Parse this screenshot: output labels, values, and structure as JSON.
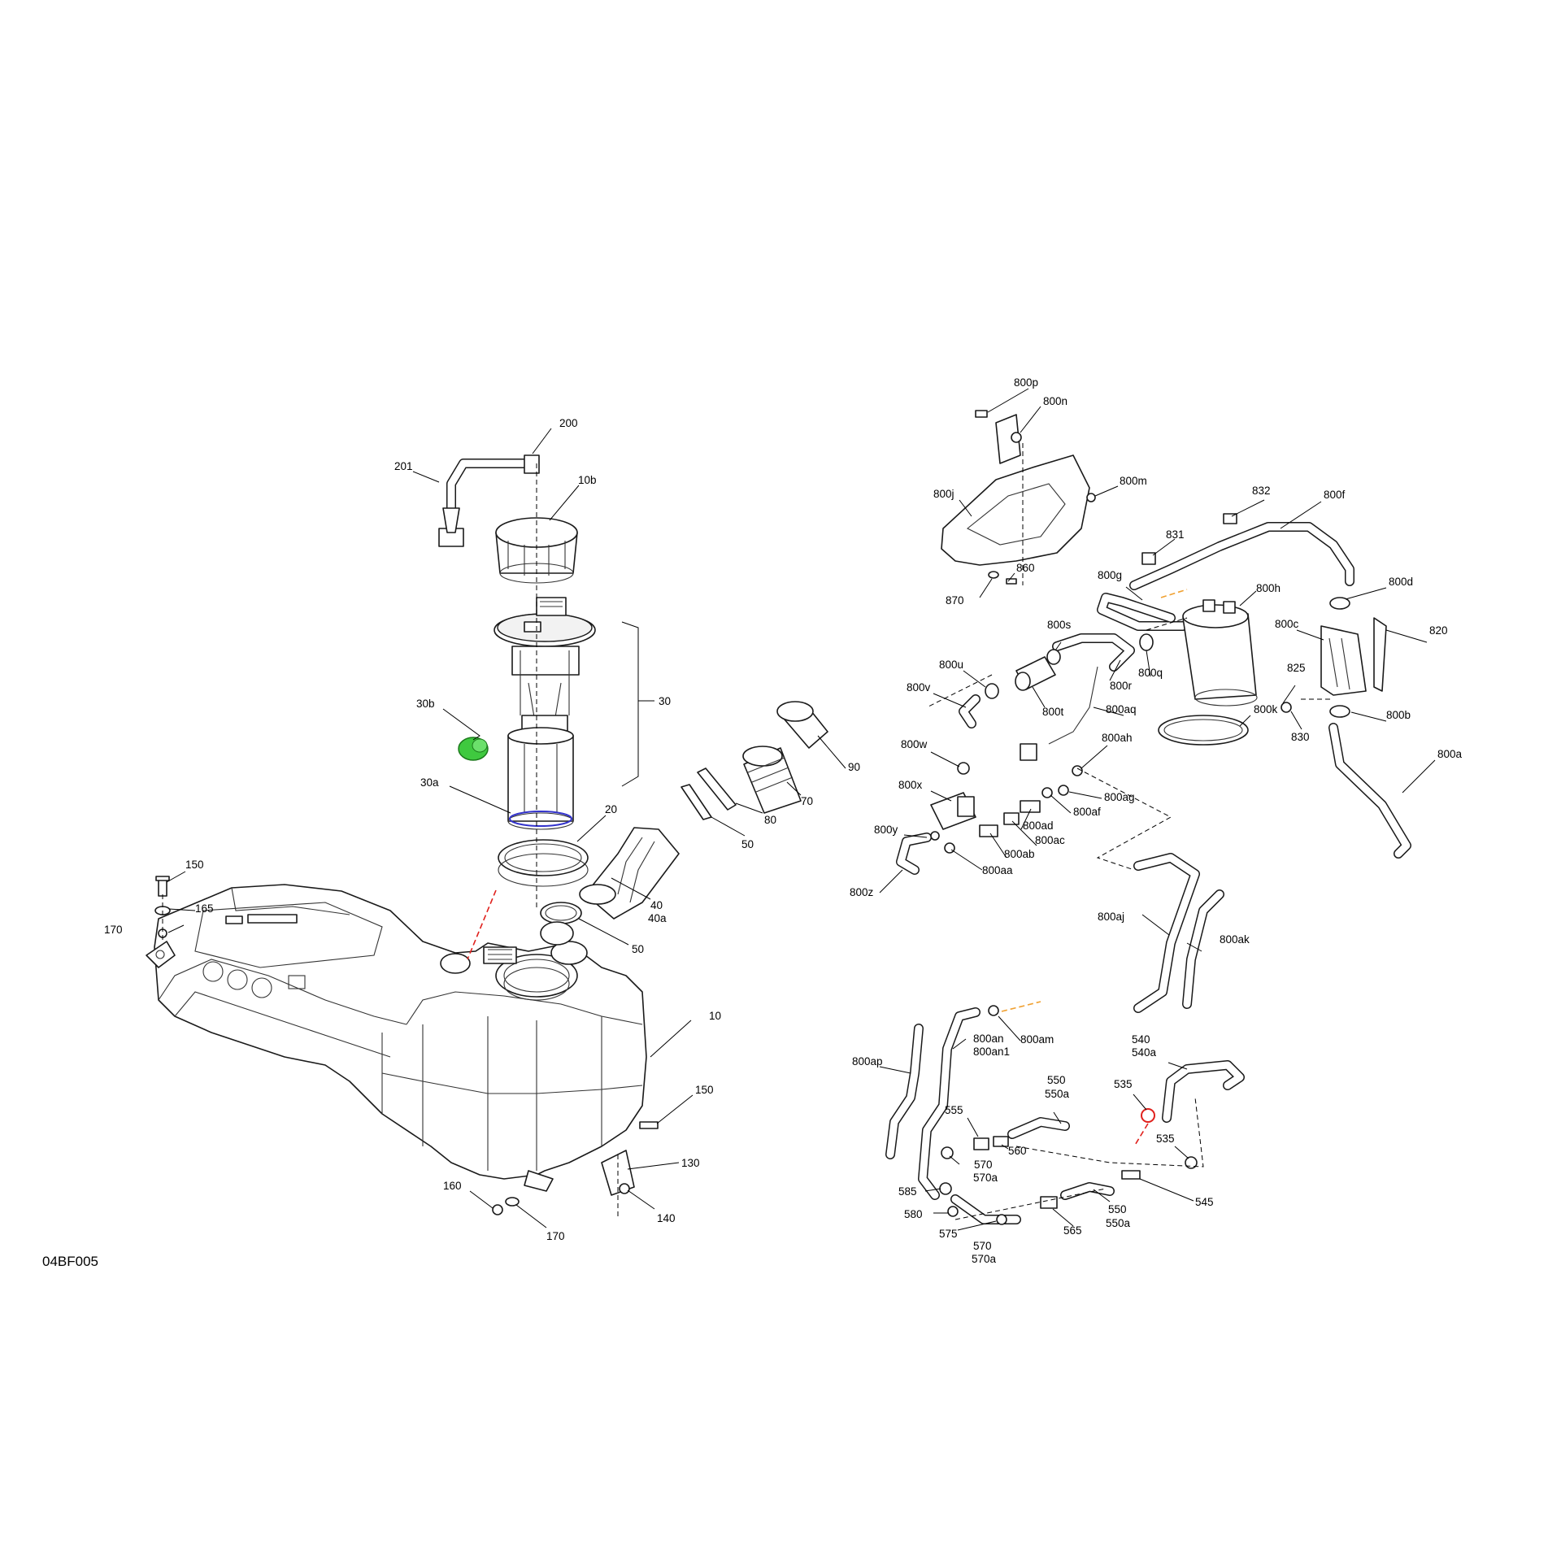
{
  "diagram_code": "04BF005",
  "colors": {
    "highlight_green": "#2eb82e",
    "highlight_blue": "#3333cc",
    "dash_red": "#e0201c",
    "dash_orange": "#f0a030",
    "ink": "#1a1a1a"
  },
  "labels": {
    "l800p": "800p",
    "l800n": "800n",
    "l800j": "800j",
    "l800m": "800m",
    "l860": "860",
    "l870": "870",
    "l832": "832",
    "l800f": "800f",
    "l831": "831",
    "l800g": "800g",
    "l800h": "800h",
    "l800d": "800d",
    "l800c": "800c",
    "l820": "820",
    "l800s": "800s",
    "l800u": "800u",
    "l800v": "800v",
    "l800r": "800r",
    "l800q": "800q",
    "l800t": "800t",
    "l800aq": "800aq",
    "l800k": "800k",
    "l825": "825",
    "l830": "830",
    "l800b": "800b",
    "l800a": "800a",
    "l800w": "800w",
    "l800ah": "800ah",
    "l800x": "800x",
    "l800ag": "800ag",
    "l800af": "800af",
    "l800y": "800y",
    "l800ad": "800ad",
    "l800ac": "800ac",
    "l800ab": "800ab",
    "l800aa": "800aa",
    "l800z": "800z",
    "l800aj": "800aj",
    "l800ak": "800ak",
    "l800am": "800am",
    "l800ap": "800ap",
    "l800an": "800an",
    "l800an1": "800an1",
    "l540": "540",
    "l540a": "540a",
    "l550": "550",
    "l550a": "550a",
    "l535a": "535",
    "l535b": "535",
    "l555": "555",
    "l560": "560",
    "l570": "570",
    "l570a": "570a",
    "l585": "585",
    "l545": "545",
    "l580": "580",
    "l575": "575",
    "l570b": "570",
    "l570c": "570a",
    "l565": "565",
    "l550b": "550",
    "l550c": "550a",
    "l200": "200",
    "l201": "201",
    "l10b": "10b",
    "l30": "30",
    "l30b": "30b",
    "l30a": "30a",
    "l20": "20",
    "l40": "40",
    "l40a": "40a",
    "l50a": "50",
    "l50b": "50",
    "l70": "70",
    "l80": "80",
    "l90": "90",
    "l150a": "150",
    "l165": "165",
    "l170a": "170",
    "l10": "10",
    "l150b": "150",
    "l130": "130",
    "l140": "140",
    "l160": "160",
    "l170b": "170"
  }
}
